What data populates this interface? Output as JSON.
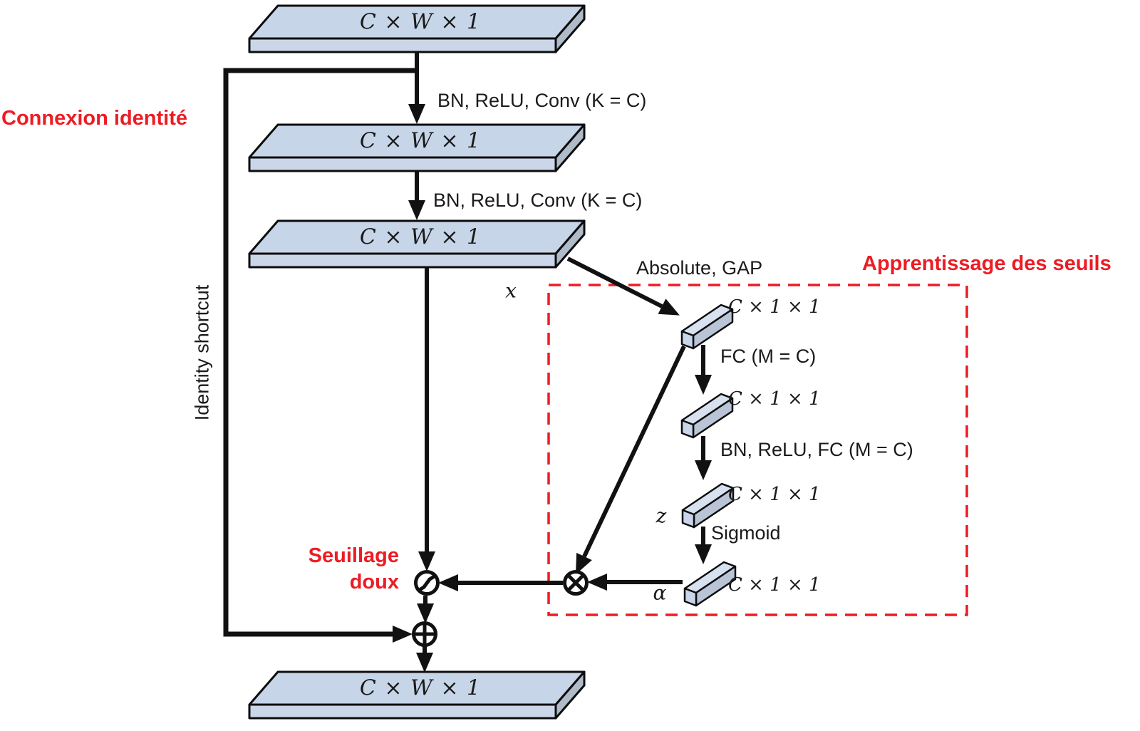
{
  "colors": {
    "accent_red": "#ed1c24",
    "slab_blue_top": "#c7d5e8",
    "slab_blue_front": "#cbd7e9",
    "slab_blue_side": "#b0bbc9",
    "line_black": "#111111"
  },
  "feature_maps": [
    {
      "id": "input",
      "label": "C × W × 1"
    },
    {
      "id": "after-conv1",
      "label": "C × W × 1"
    },
    {
      "id": "after-conv2",
      "label": "C × W × 1"
    },
    {
      "id": "output",
      "label": "C × W × 1"
    }
  ],
  "operations": {
    "conv1": "BN, ReLU, Conv (K = C)",
    "conv2": "BN, ReLU, Conv (K = C)",
    "absolute_gap": "Absolute, GAP",
    "fc1": "FC (M = C)",
    "bn_relu_fc": "BN, ReLU, FC (M = C)",
    "sigmoid": "Sigmoid"
  },
  "vectors": [
    {
      "id": "gap-output",
      "label": "C × 1 × 1"
    },
    {
      "id": "fc1-output",
      "label": "C × 1 × 1"
    },
    {
      "id": "fc2-output",
      "label": "C × 1 × 1"
    },
    {
      "id": "sigmoid-output",
      "label": "C × 1 × 1"
    }
  ],
  "variables": {
    "x": "x",
    "z": "z",
    "alpha": "α"
  },
  "annotations": {
    "identity_connection_fr": "Connexion identité",
    "identity_shortcut_en": "Identity shortcut",
    "threshold_learning_title": "Apprentissage des seuils",
    "soft_threshold_line1": "Seuillage",
    "soft_threshold_line2": "doux"
  }
}
